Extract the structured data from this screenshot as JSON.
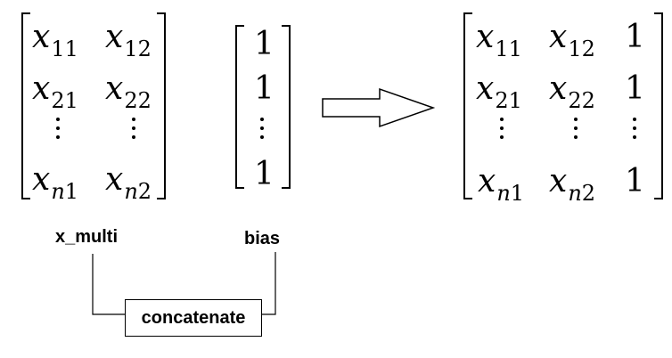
{
  "x_multi": {
    "cells": [
      {
        "base": "x",
        "sub": "11"
      },
      {
        "base": "x",
        "sub": "12"
      },
      {
        "base": "x",
        "sub": "21"
      },
      {
        "base": "x",
        "sub": "22"
      },
      {
        "base": "x",
        "sub_var": "n",
        "sub": "1"
      },
      {
        "base": "x",
        "sub_var": "n",
        "sub": "2"
      }
    ]
  },
  "bias": {
    "values": [
      "1",
      "1",
      "1"
    ]
  },
  "result": {
    "cells": [
      {
        "base": "x",
        "sub": "11"
      },
      {
        "base": "x",
        "sub": "12"
      },
      {
        "base": "x",
        "sub": "21"
      },
      {
        "base": "x",
        "sub": "22"
      },
      {
        "base": "x",
        "sub_var": "n",
        "sub": "1"
      },
      {
        "base": "x",
        "sub_var": "n",
        "sub": "2"
      }
    ],
    "ones": [
      "1",
      "1",
      "1"
    ]
  },
  "labels": {
    "x_multi": "x_multi",
    "bias": "bias",
    "concatenate": "concatenate"
  }
}
